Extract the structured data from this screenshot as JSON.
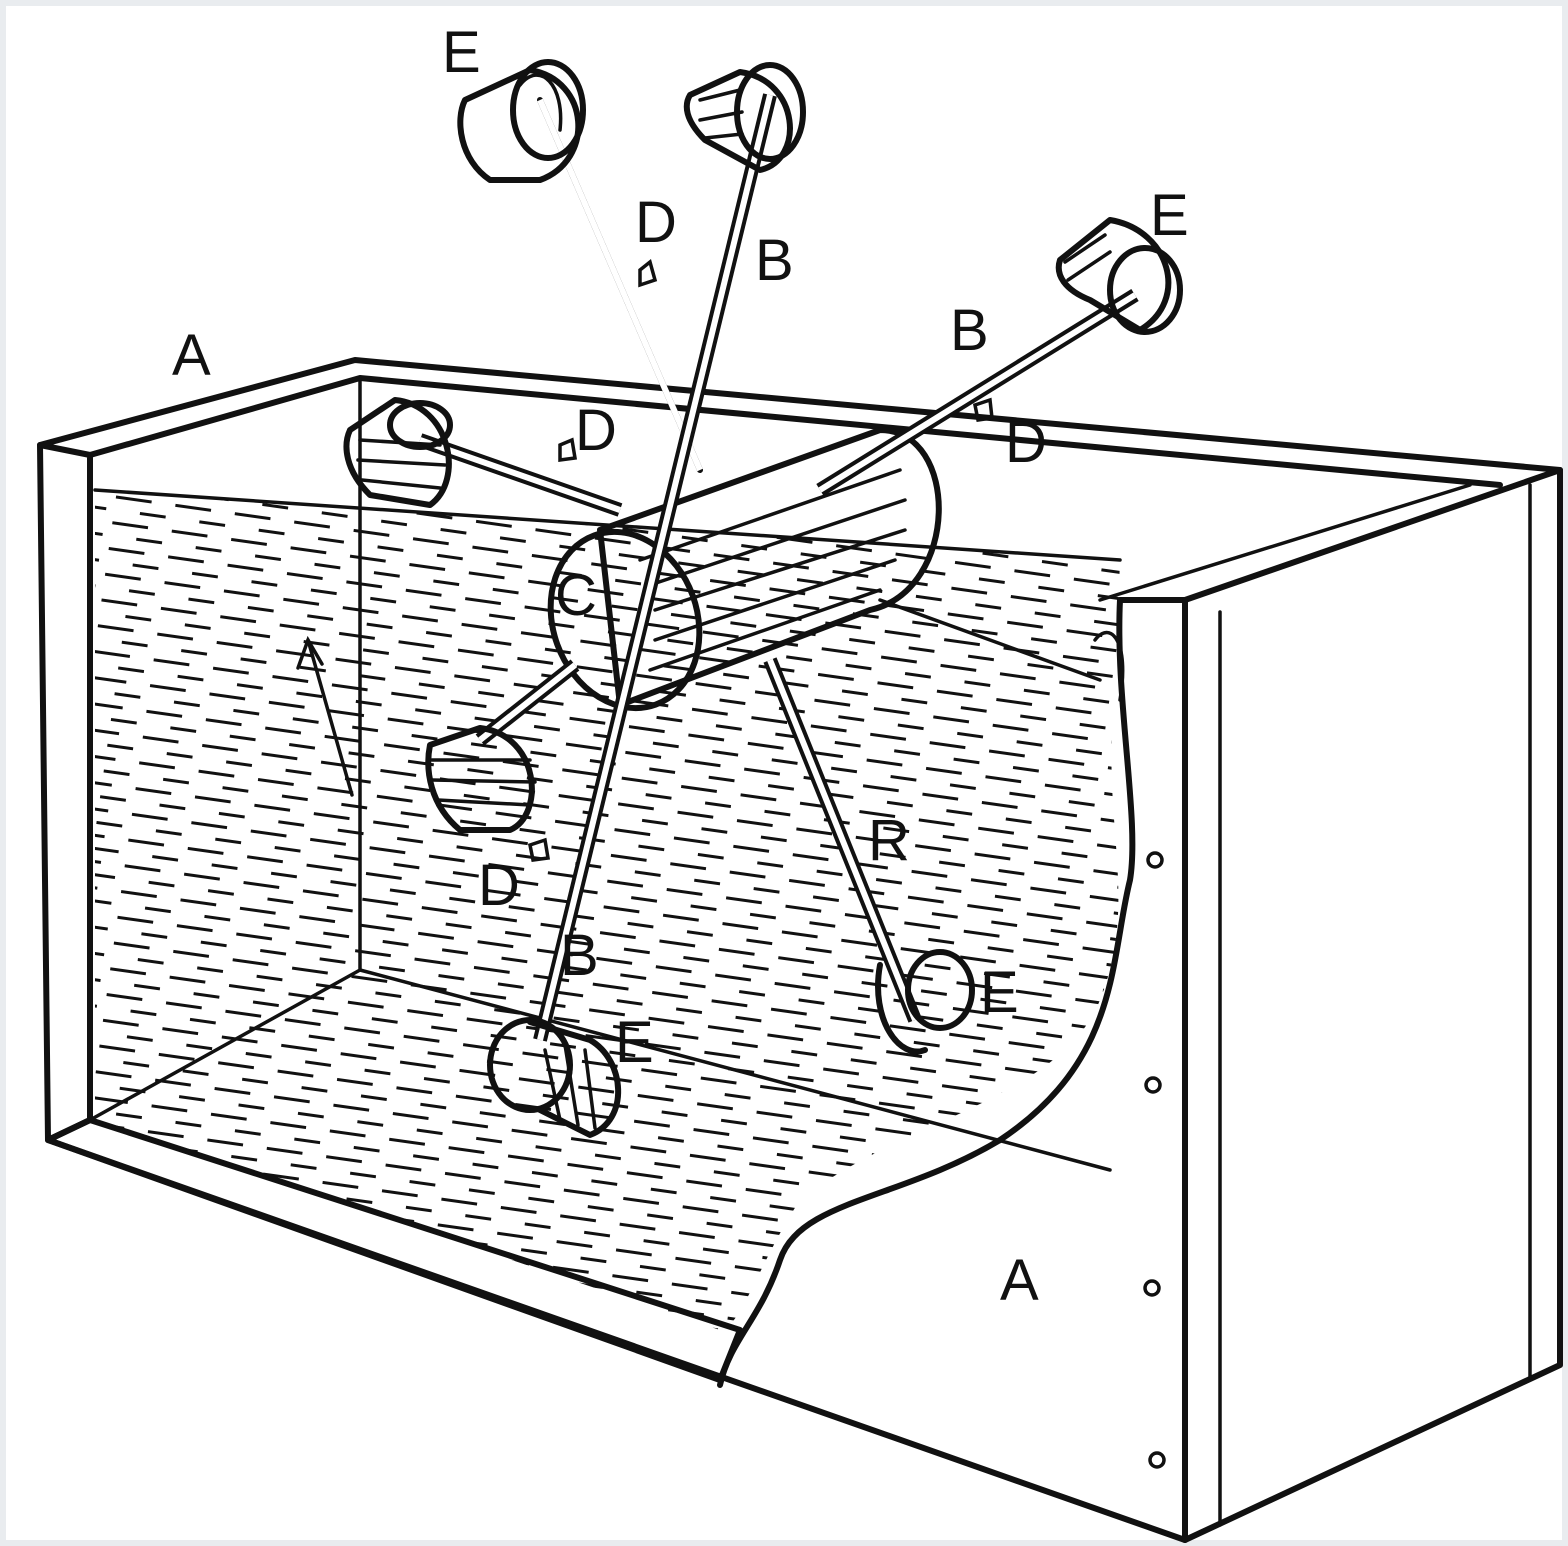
{
  "figure": {
    "labels": [
      {
        "id": "A1",
        "text": "A"
      },
      {
        "id": "A2",
        "text": "A"
      },
      {
        "id": "B1",
        "text": "B"
      },
      {
        "id": "B2",
        "text": "B"
      },
      {
        "id": "B3",
        "text": "B"
      },
      {
        "id": "B4",
        "text": "R"
      },
      {
        "id": "C",
        "text": "C"
      },
      {
        "id": "D1",
        "text": "D"
      },
      {
        "id": "D2",
        "text": "D"
      },
      {
        "id": "D3",
        "text": "D"
      },
      {
        "id": "D4",
        "text": "D"
      },
      {
        "id": "E1",
        "text": "E"
      },
      {
        "id": "E2",
        "text": "E"
      },
      {
        "id": "E3",
        "text": "E"
      },
      {
        "id": "E4",
        "text": "E"
      }
    ]
  },
  "colors": {
    "ink": "#111111",
    "paper": "#ffffff",
    "border": "#e9ecef"
  }
}
